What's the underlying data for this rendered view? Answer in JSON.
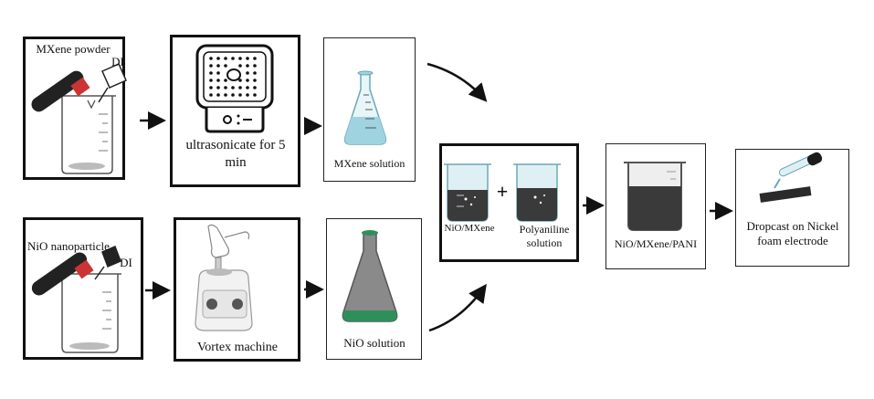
{
  "steps": {
    "mxene_powder": {
      "label": "MXene powder",
      "solvent": "DI"
    },
    "ultrasonicate": {
      "label": "ultrasonicate for 5 min"
    },
    "mxene_solution": {
      "label": "MXene solution"
    },
    "nio_nanoparticle": {
      "label": "NiO nanoparticle",
      "solvent": "DI"
    },
    "vortex": {
      "label": "Vortex machine"
    },
    "nio_solution": {
      "label": "NiO solution"
    },
    "mix": {
      "left": "NiO/MXene",
      "plus": "+",
      "right": "Polyaniline solution"
    },
    "composite": {
      "label": "NiO/MXene/PANI"
    },
    "dropcast": {
      "label": "Dropcast on Nickel foam electrode"
    }
  },
  "colors": {
    "liquid_blue": "#9fd3e0",
    "liquid_dark": "#3a3a3a",
    "liquid_green": "#2f8f5b",
    "flask_grey": "#8a8a8a",
    "line": "#111111"
  }
}
